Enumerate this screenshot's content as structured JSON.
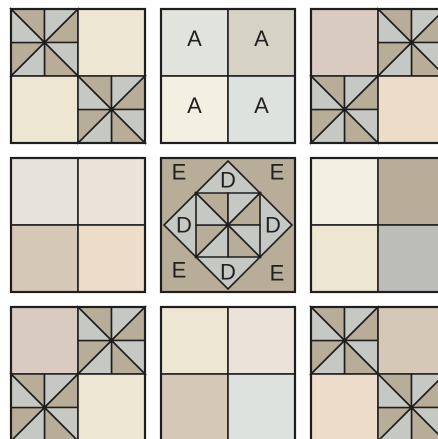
{
  "labels": {
    "a": "A",
    "d": "D",
    "e": "E"
  },
  "colors": {
    "line": "#1e1e1e",
    "taupe": "#b7ad99",
    "slate": "#c6c8c4",
    "cream": "#ede6d3",
    "ivory": "#f3efe1",
    "linen": "#e6e3dd",
    "blush": "#ebe2da",
    "rose": "#d9cbc1",
    "sand": "#d5c8b7",
    "wheat": "#ecdcc9",
    "mist": "#dee2de",
    "frost": "#e1e3dd",
    "stone": "#d7d2c6",
    "gray": "#bcbdb9"
  },
  "blocks": [
    {
      "id": "block-1",
      "type": "four-patch",
      "quadrants": [
        {
          "kind": "pinwheel"
        },
        {
          "kind": "plain",
          "color": "cream"
        },
        {
          "kind": "plain",
          "color": "cream"
        },
        {
          "kind": "pinwheel"
        }
      ]
    },
    {
      "id": "block-2",
      "type": "four-patch",
      "quadrants": [
        {
          "kind": "plain",
          "color": "frost",
          "label": "a"
        },
        {
          "kind": "plain",
          "color": "stone",
          "label": "a"
        },
        {
          "kind": "plain",
          "color": "ivory",
          "label": "a"
        },
        {
          "kind": "plain",
          "color": "mist",
          "label": "a"
        }
      ]
    },
    {
      "id": "block-3",
      "type": "four-patch",
      "quadrants": [
        {
          "kind": "plain",
          "color": "rose"
        },
        {
          "kind": "pinwheel"
        },
        {
          "kind": "pinwheel"
        },
        {
          "kind": "plain",
          "color": "wheat"
        }
      ]
    },
    {
      "id": "block-4",
      "type": "four-patch",
      "quadrants": [
        {
          "kind": "plain",
          "color": "linen"
        },
        {
          "kind": "plain",
          "color": "blush"
        },
        {
          "kind": "plain",
          "color": "sand"
        },
        {
          "kind": "plain",
          "color": "wheat"
        }
      ]
    },
    {
      "id": "block-5",
      "type": "center-diamond"
    },
    {
      "id": "block-6",
      "type": "four-patch",
      "quadrants": [
        {
          "kind": "plain",
          "color": "ivory"
        },
        {
          "kind": "plain",
          "color": "taupe"
        },
        {
          "kind": "plain",
          "color": "cream"
        },
        {
          "kind": "plain",
          "color": "gray"
        }
      ]
    },
    {
      "id": "block-7",
      "type": "four-patch",
      "quadrants": [
        {
          "kind": "plain",
          "color": "rose"
        },
        {
          "kind": "pinwheel"
        },
        {
          "kind": "pinwheel"
        },
        {
          "kind": "plain",
          "color": "cream"
        }
      ]
    },
    {
      "id": "block-8",
      "type": "four-patch",
      "quadrants": [
        {
          "kind": "plain",
          "color": "cream"
        },
        {
          "kind": "plain",
          "color": "blush"
        },
        {
          "kind": "plain",
          "color": "sand"
        },
        {
          "kind": "plain",
          "color": "mist"
        }
      ]
    },
    {
      "id": "block-9",
      "type": "four-patch",
      "quadrants": [
        {
          "kind": "pinwheel"
        },
        {
          "kind": "plain",
          "color": "sand"
        },
        {
          "kind": "plain",
          "color": "wheat"
        },
        {
          "kind": "pinwheel"
        }
      ]
    }
  ]
}
